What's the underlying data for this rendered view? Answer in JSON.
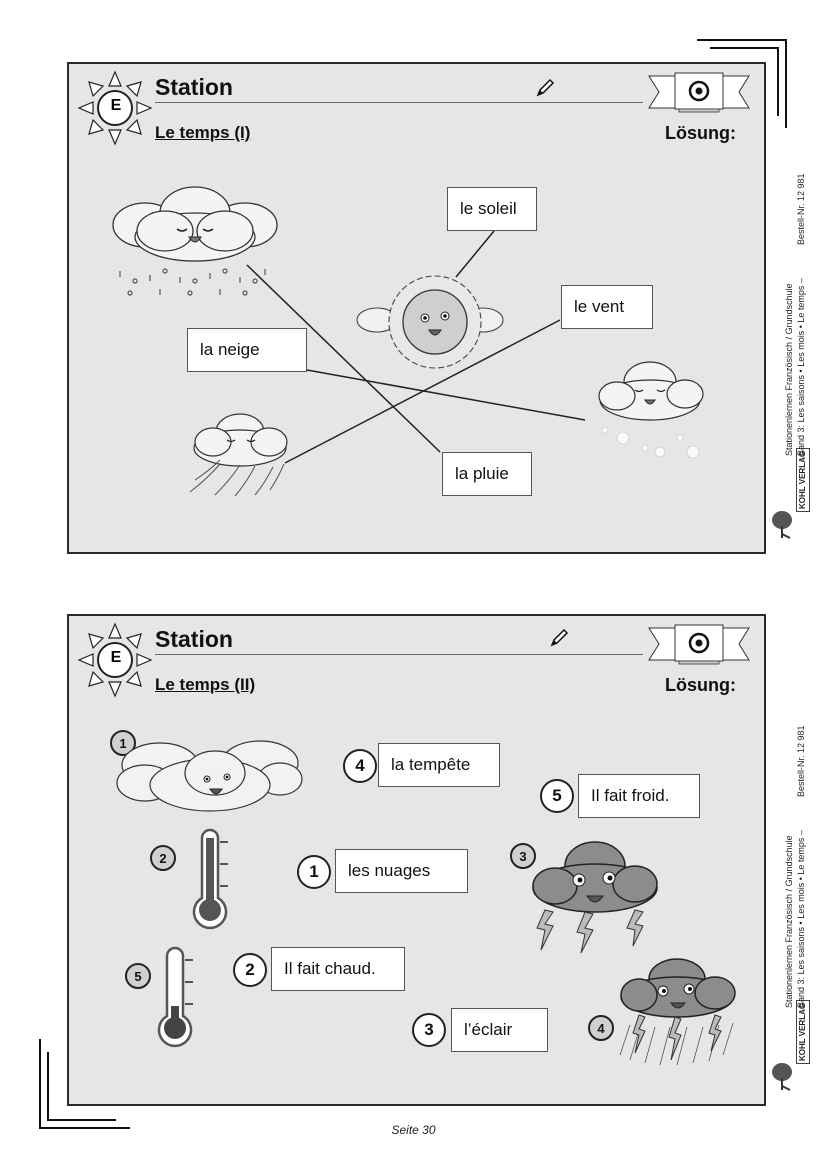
{
  "page": {
    "page_label": "Seite 30"
  },
  "sidebar": {
    "publisher": "KOHL VERLAG",
    "line1": "Stationenlernen Französisch / Grundschule",
    "line2": "Band 3: Les saisons • Les mois • Le temps  –",
    "order_number": "Bestell-Nr. 12 981"
  },
  "station1": {
    "badge_letter": "E",
    "title": "Station",
    "subtitle": "Le temps (I)",
    "solution_label": "Lösung:",
    "labels": [
      {
        "id": "soleil",
        "text": "le soleil"
      },
      {
        "id": "vent",
        "text": "le vent"
      },
      {
        "id": "neige",
        "text": "la neige"
      },
      {
        "id": "pluie",
        "text": "la pluie"
      }
    ],
    "pictures": [
      "rain-cloud",
      "sun",
      "wind-cloud",
      "snow-cloud"
    ],
    "connections": [
      {
        "label": "le soleil",
        "picture": "sun"
      },
      {
        "label": "le vent",
        "picture": "wind-cloud"
      },
      {
        "label": "la neige",
        "picture": "snow-cloud"
      },
      {
        "label": "la pluie",
        "picture": "rain-cloud"
      }
    ]
  },
  "station2": {
    "badge_letter": "E",
    "title": "Station",
    "subtitle": "Le temps (II)",
    "solution_label": "Lösung:",
    "labels": [
      {
        "number": "4",
        "text": "la tempête"
      },
      {
        "number": "5",
        "text": "Il fait froid."
      },
      {
        "number": "1",
        "text": "les nuages"
      },
      {
        "number": "2",
        "text": "Il fait chaud."
      },
      {
        "number": "3",
        "text": "l’éclair"
      }
    ],
    "pictures": [
      {
        "number": "1",
        "name": "clouds"
      },
      {
        "number": "2",
        "name": "thermometer-hot"
      },
      {
        "number": "3",
        "name": "thunder-cloud"
      },
      {
        "number": "5",
        "name": "thermometer-cold"
      },
      {
        "number": "4",
        "name": "storm-cloud"
      }
    ]
  }
}
